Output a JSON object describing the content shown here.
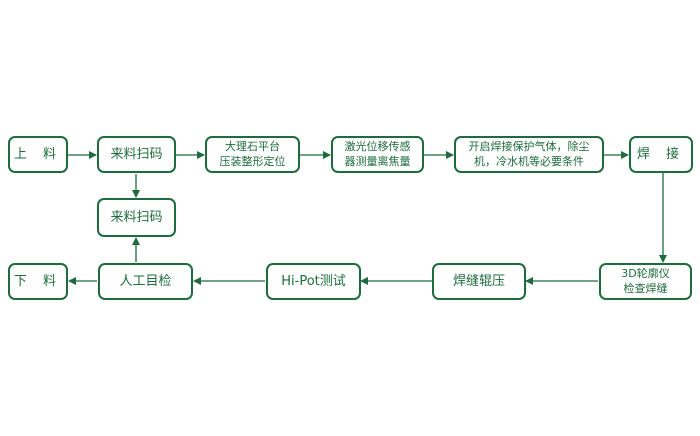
{
  "diagram": {
    "colors": {
      "stroke": "#1e6b3e",
      "text": "#1e6b3e",
      "background": "#ffffff"
    },
    "nodes": {
      "load": "上 料",
      "scan_top": "来料扫码",
      "marble_platform": "大理石平台\n压装整形定位",
      "laser_sensor": "激光位移传感\n器测量离焦量",
      "welding_gas": "开启焊接保护气体，除尘\n机，冷水机等必要条件",
      "welding": "焊 接",
      "scan_mid": "来料扫码",
      "profile_3d": "3D轮廓仪\n检查焊缝",
      "roll_press": "焊缝辊压",
      "hipot": "Hi-Pot测试",
      "visual_check": "人工目检",
      "unload": "下 料"
    }
  }
}
